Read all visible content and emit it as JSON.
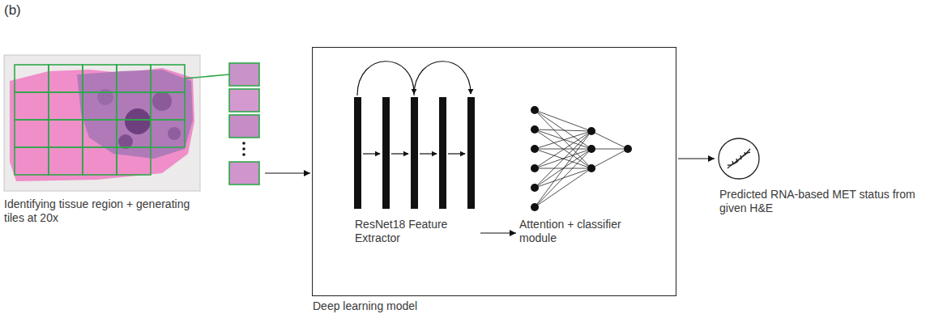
{
  "diagram": {
    "nodes": [
      {
        "text": [
          "Identifying tissue region + generating tiles at 20x"
        ]
      },
      {
        "text": [
          "Deep learning model"
        ]
      },
      {
        "text": [
          "ResNet18 Feature Extractor"
        ],
        "in": 1
      },
      {
        "text": [
          "Attention + classifier module"
        ],
        "in": 1
      },
      {
        "text": [
          "Predicted RNA-based MET status from given H&E"
        ]
      }
    ],
    "edges": [
      {
        "from": 0,
        "to": 1,
        "arrow": "to"
      },
      {
        "from": 2,
        "to": 3,
        "arrow": "to"
      },
      {
        "from": 1,
        "to": 4,
        "arrow": "to"
      }
    ],
    "labels": [
      "(b)"
    ]
  }
}
